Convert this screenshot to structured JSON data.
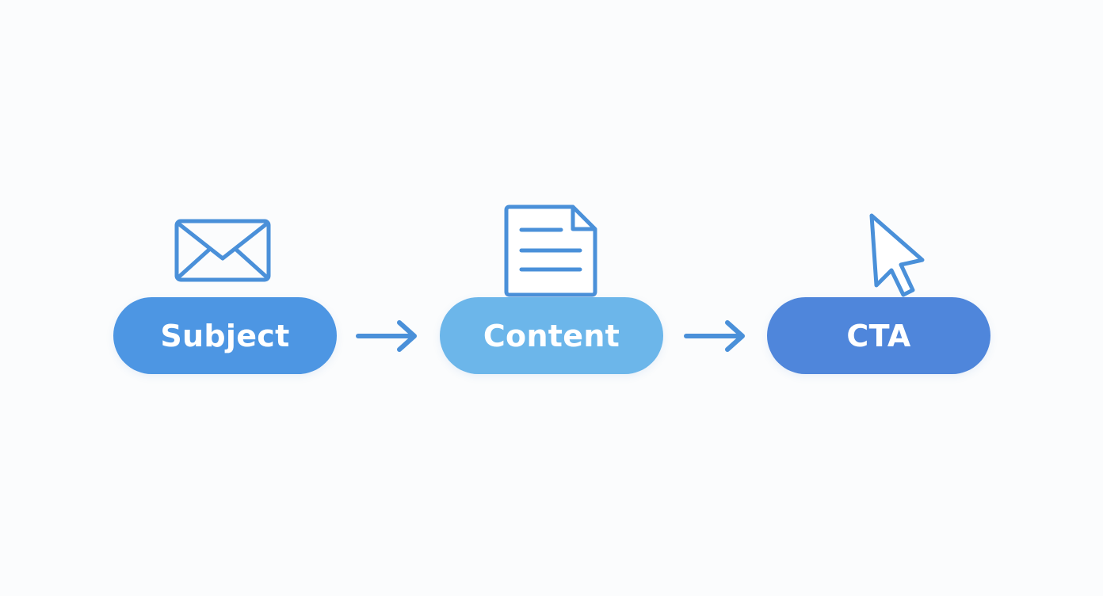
{
  "colors": {
    "background": "#fbfcfd",
    "stroke": "#4a90d9"
  },
  "steps": [
    {
      "label": "Subject",
      "icon": "envelope-icon",
      "color": "#4d96e3"
    },
    {
      "label": "Content",
      "icon": "document-icon",
      "color": "#6cb6ea"
    },
    {
      "label": "CTA",
      "icon": "cursor-pointer-icon",
      "color": "#4f86db"
    }
  ],
  "connectors": [
    {
      "from": "Subject",
      "to": "Content"
    },
    {
      "from": "Content",
      "to": "CTA"
    }
  ]
}
